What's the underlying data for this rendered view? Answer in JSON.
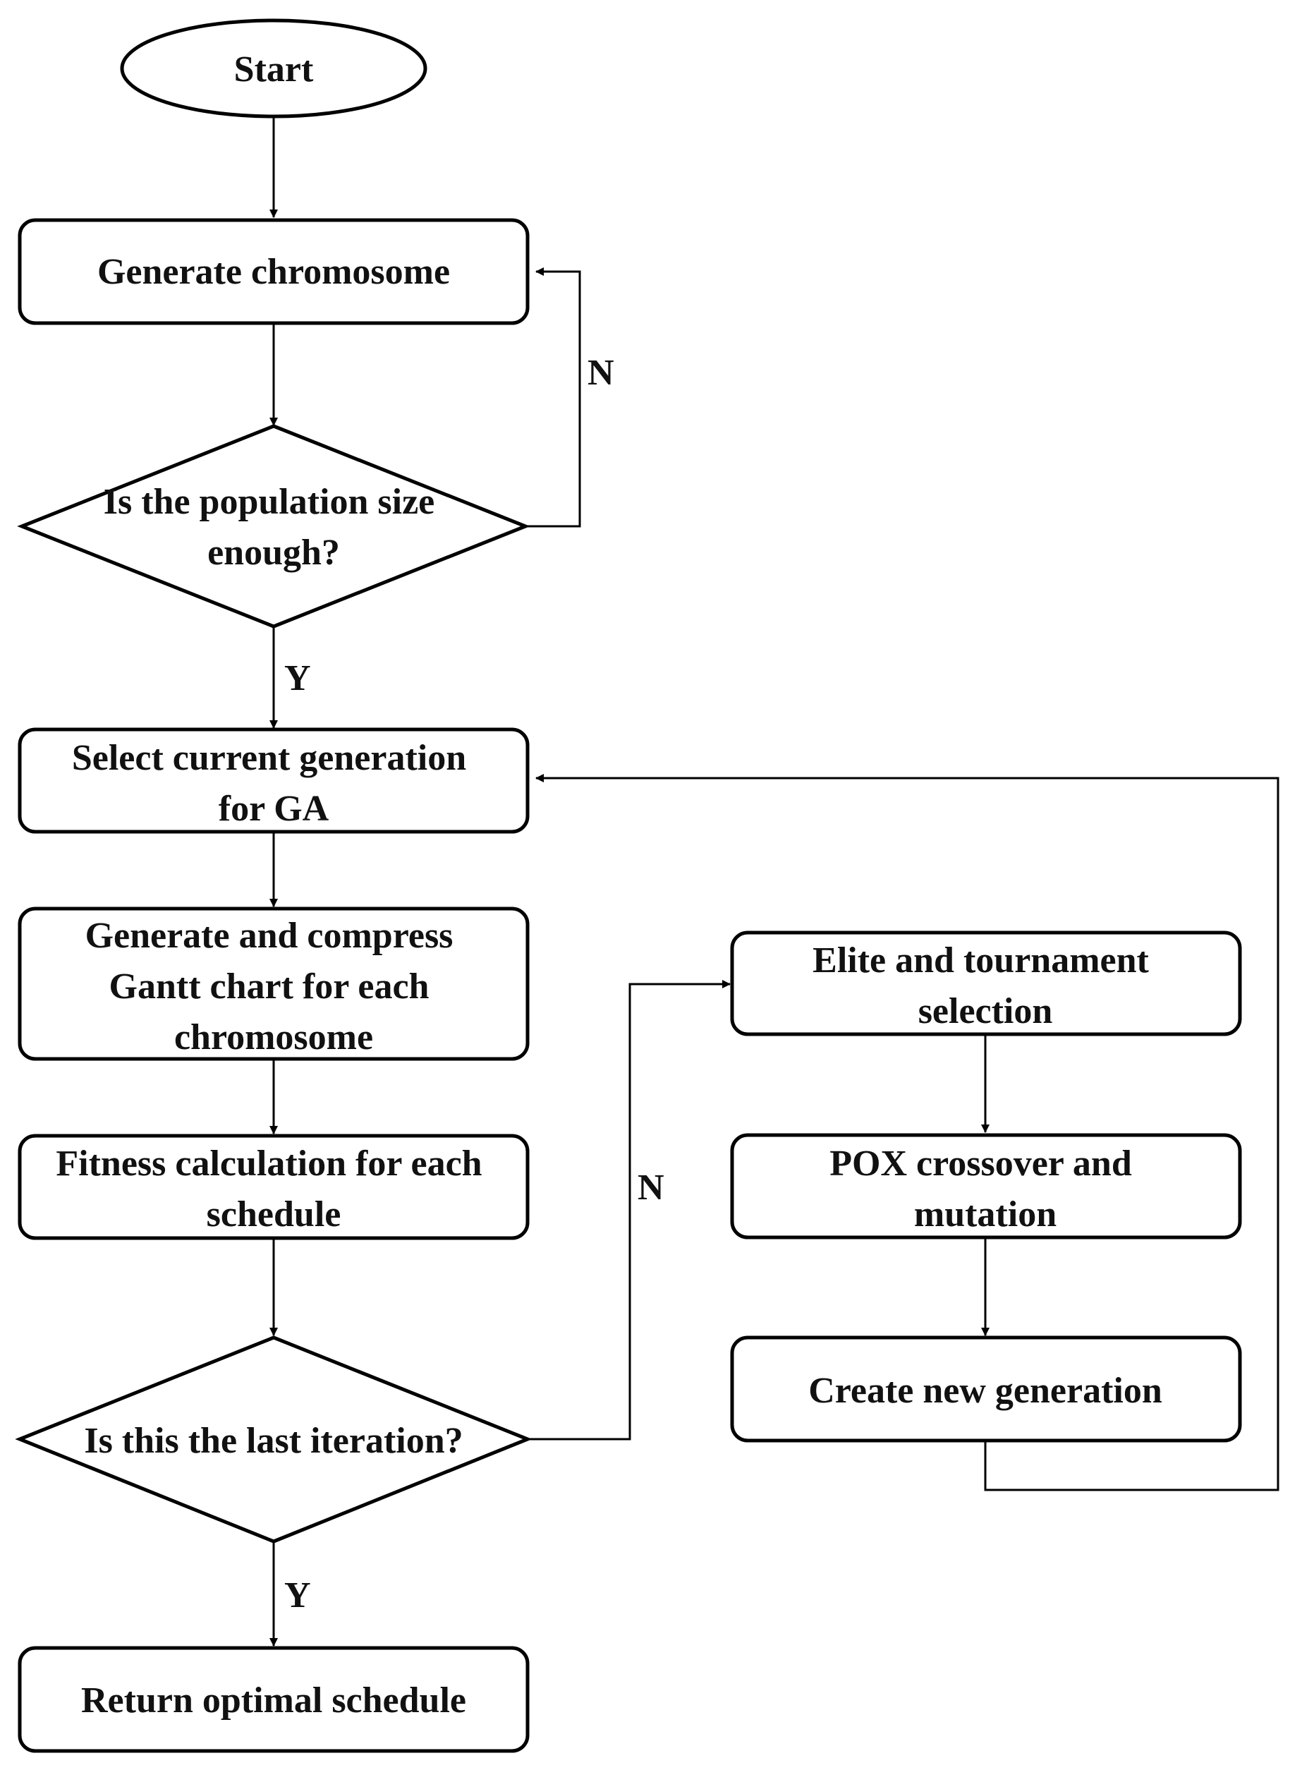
{
  "nodes": {
    "start": {
      "lines": [
        "Start"
      ]
    },
    "generate_chromosome": {
      "lines": [
        "Generate chromosome"
      ]
    },
    "population_check": {
      "lines": [
        "Is the population size",
        "enough?"
      ]
    },
    "select_generation": {
      "lines": [
        "Select current generation",
        "for GA"
      ]
    },
    "gantt": {
      "lines": [
        "Generate and compress",
        "Gantt chart for each",
        "chromosome"
      ]
    },
    "fitness": {
      "lines": [
        "Fitness calculation for each",
        "schedule"
      ]
    },
    "last_iteration_check": {
      "lines": [
        "Is this the last iteration?"
      ]
    },
    "return_schedule": {
      "lines": [
        "Return optimal schedule"
      ]
    },
    "elite_selection": {
      "lines": [
        "Elite and tournament",
        "selection"
      ]
    },
    "pox_crossover": {
      "lines": [
        "POX crossover and",
        "mutation"
      ]
    },
    "new_generation": {
      "lines": [
        "Create new generation"
      ]
    }
  },
  "edge_labels": {
    "population_no": "N",
    "population_yes": "Y",
    "iteration_no": "N",
    "iteration_yes": "Y"
  }
}
